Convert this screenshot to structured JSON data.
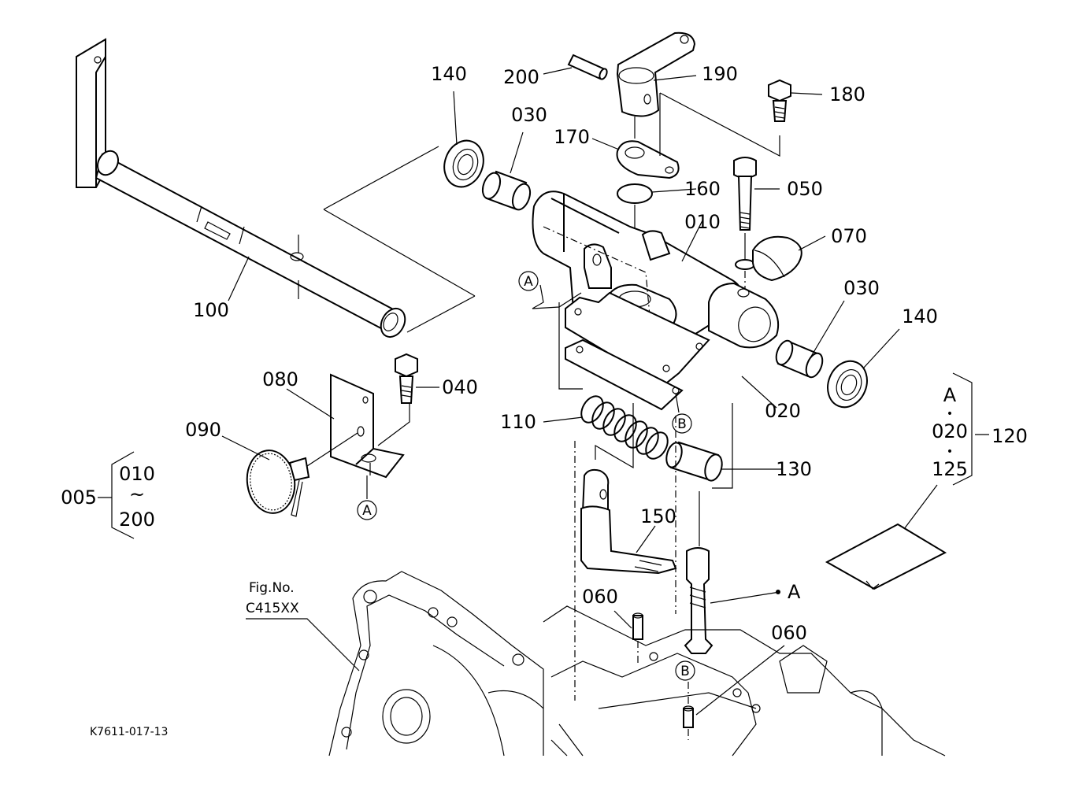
{
  "diagram": {
    "parts": [
      {
        "id": "p140a",
        "number": "140"
      },
      {
        "id": "p200",
        "number": "200"
      },
      {
        "id": "p190",
        "number": "190"
      },
      {
        "id": "p180",
        "number": "180"
      },
      {
        "id": "p030a",
        "number": "030"
      },
      {
        "id": "p170",
        "number": "170"
      },
      {
        "id": "p160",
        "number": "160"
      },
      {
        "id": "p050",
        "number": "050"
      },
      {
        "id": "p010",
        "number": "010"
      },
      {
        "id": "p070",
        "number": "070"
      },
      {
        "id": "p030b",
        "number": "030"
      },
      {
        "id": "p140b",
        "number": "140"
      },
      {
        "id": "p100",
        "number": "100"
      },
      {
        "id": "p080",
        "number": "080"
      },
      {
        "id": "p040",
        "number": "040"
      },
      {
        "id": "p020",
        "number": "020"
      },
      {
        "id": "p110",
        "number": "110"
      },
      {
        "id": "p090",
        "number": "090"
      },
      {
        "id": "p130",
        "number": "130"
      },
      {
        "id": "p150",
        "number": "150"
      },
      {
        "id": "p060a",
        "number": "060"
      },
      {
        "id": "p060b",
        "number": "060"
      },
      {
        "id": "p120",
        "number": "120"
      }
    ],
    "markers": [
      {
        "id": "mA1",
        "letter": "A"
      },
      {
        "id": "mA2",
        "letter": "A"
      },
      {
        "id": "mB1",
        "letter": "B"
      },
      {
        "id": "mB2",
        "letter": "B"
      }
    ],
    "assembly_005": {
      "number": "005",
      "range_from": "010",
      "range_sep": "~",
      "range_to": "200"
    },
    "kit_120": {
      "item1": "A",
      "item2": "020",
      "item3": "125",
      "dot": "•"
    },
    "arrow_a": {
      "letter": "A"
    },
    "fig_ref": {
      "line1": "Fig.No.",
      "line2": "C415XX"
    },
    "drawing_code": "K7611-017-13"
  }
}
